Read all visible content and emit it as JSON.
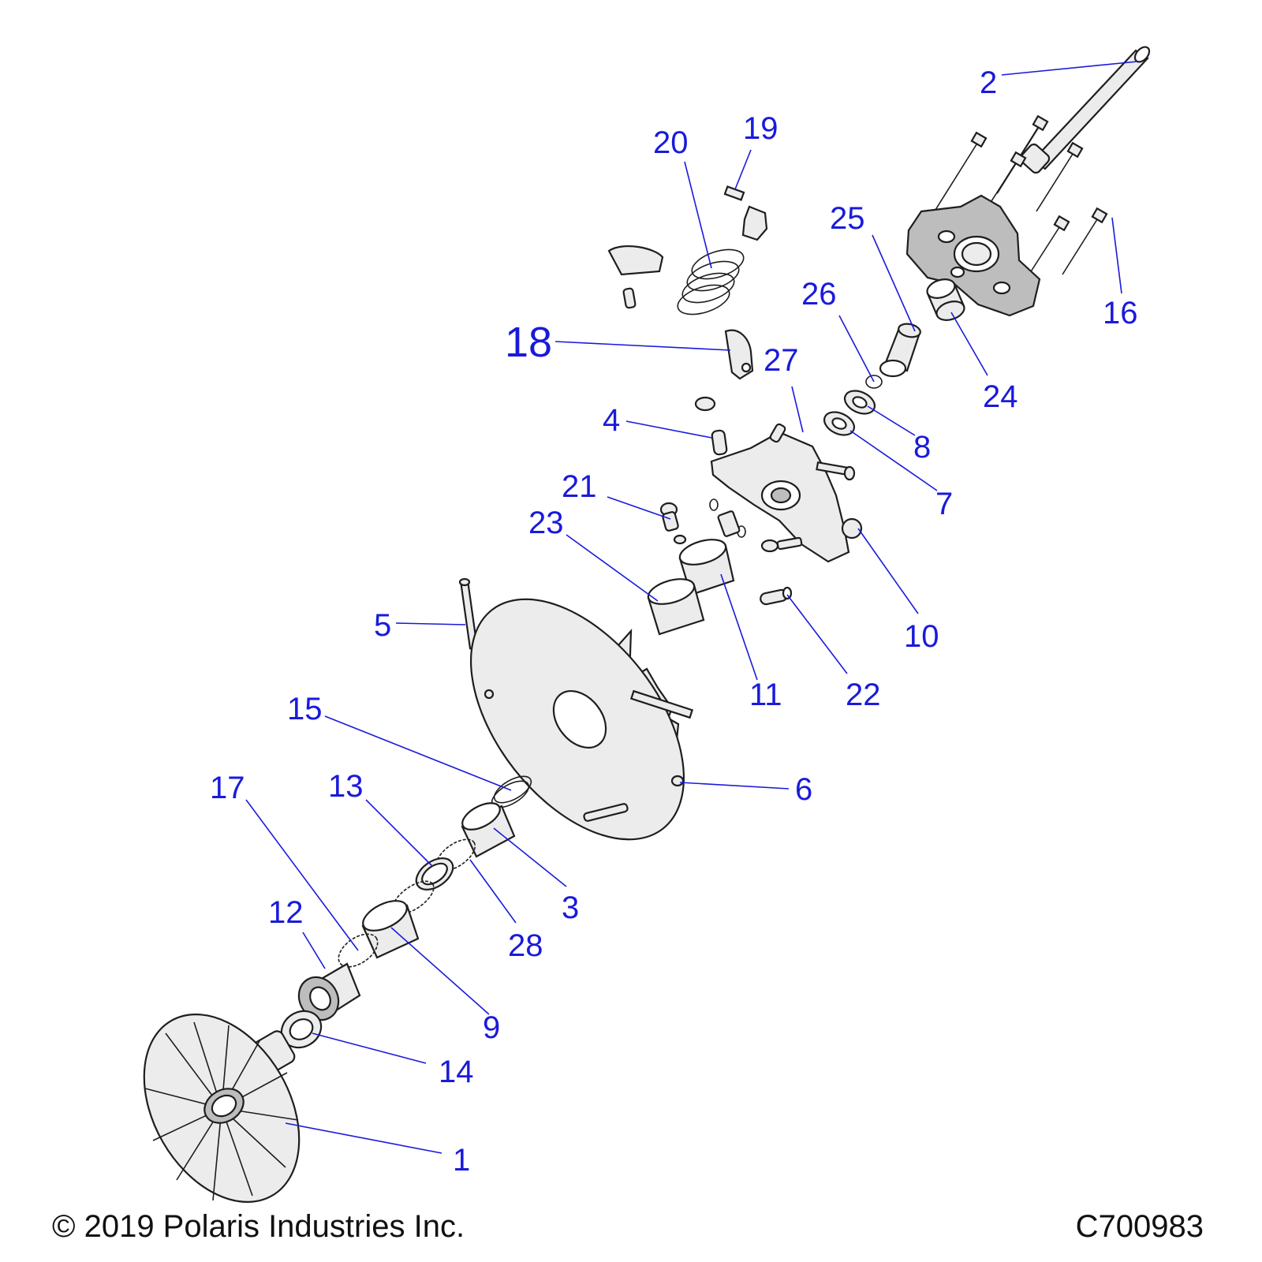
{
  "footer": {
    "copyright": "© 2019 Polaris Industries Inc.",
    "drawing_number": "C700983"
  },
  "callouts": {
    "c1": "1",
    "c2": "2",
    "c3": "3",
    "c4": "4",
    "c5": "5",
    "c6": "6",
    "c7": "7",
    "c8": "8",
    "c9": "9",
    "c10": "10",
    "c11": "11",
    "c12": "12",
    "c13": "13",
    "c14": "14",
    "c15": "15",
    "c16": "16",
    "c17": "17",
    "c18": "18",
    "c19": "19",
    "c20": "20",
    "c21": "21",
    "c22": "22",
    "c23": "23",
    "c24": "24",
    "c25": "25",
    "c26": "26",
    "c27": "27",
    "c28": "28"
  },
  "colors": {
    "callout_blue": "#1a1adc",
    "line_art": "#1e1e1e",
    "part_fill": "#ececec"
  }
}
